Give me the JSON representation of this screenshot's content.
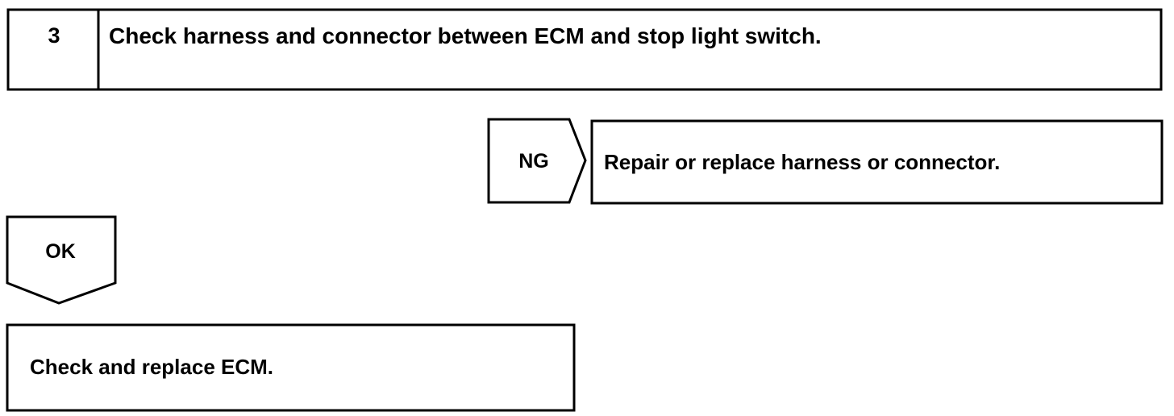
{
  "step": {
    "number": "3",
    "title": "Check harness and connector between ECM and stop light switch."
  },
  "ng_branch": {
    "label": "NG",
    "action": "Repair or replace harness or connector."
  },
  "ok_branch": {
    "label": "OK",
    "action": "Check and replace ECM."
  },
  "colors": {
    "line": "#000000",
    "background": "#ffffff"
  }
}
